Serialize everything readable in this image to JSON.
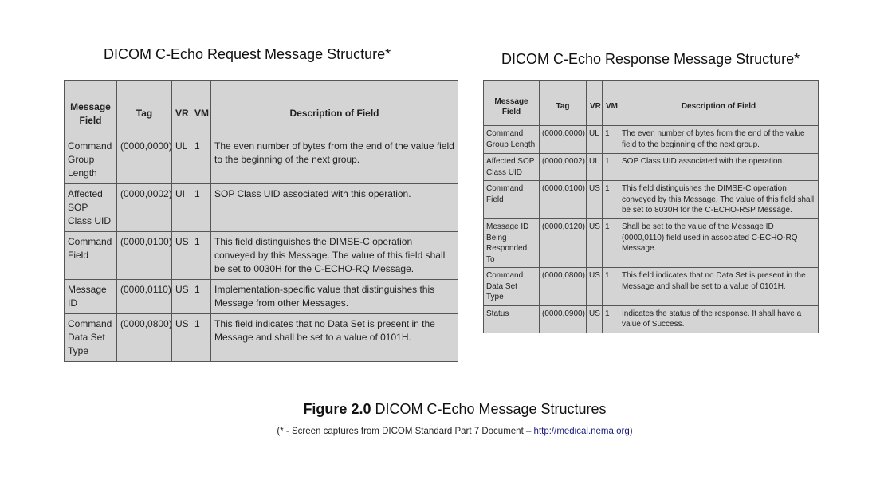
{
  "request": {
    "title": "DICOM C-Echo Request Message Structure*",
    "columns": [
      "Message Field",
      "Tag",
      "VR",
      "VM",
      "Description of Field"
    ],
    "rows": [
      {
        "field": "Command Group Length",
        "tag": "(0000,0000)",
        "vr": "UL",
        "vm": "1",
        "description": "The even number of bytes from the end of the value field to the beginning of the next group."
      },
      {
        "field": "Affected SOP Class UID",
        "tag": "(0000,0002)",
        "vr": "UI",
        "vm": "1",
        "description": "SOP Class UID associated with this operation."
      },
      {
        "field": "Command Field",
        "tag": "(0000,0100)",
        "vr": "US",
        "vm": "1",
        "description": "This field distinguishes the DIMSE-C operation conveyed by this Message. The value of this field shall be set to 0030H for the C-ECHO-RQ Message."
      },
      {
        "field": "Message ID",
        "tag": "(0000,0110)",
        "vr": "US",
        "vm": "1",
        "description": "Implementation-specific value that distinguishes this Message from other Messages."
      },
      {
        "field": "Command Data Set Type",
        "tag": "(0000,0800)",
        "vr": "US",
        "vm": "1",
        "description": "This field indicates that no Data Set is present in the Message and shall be set to a value of 0101H."
      }
    ]
  },
  "response": {
    "title": "DICOM C-Echo Response Message Structure*",
    "columns": [
      "Message Field",
      "Tag",
      "VR",
      "VM",
      "Description of Field"
    ],
    "rows": [
      {
        "field": "Command Group Length",
        "tag": "(0000,0000)",
        "vr": "UL",
        "vm": "1",
        "description": "The even number of bytes from the end of the value field to the beginning of the next group."
      },
      {
        "field": "Affected SOP Class UID",
        "tag": "(0000,0002)",
        "vr": "UI",
        "vm": "1",
        "description": "SOP Class UID associated with the operation."
      },
      {
        "field": "Command Field",
        "tag": "(0000,0100)",
        "vr": "US",
        "vm": "1",
        "description": "This field distinguishes the DIMSE-C operation conveyed by this Message. The value of this field shall be set to 8030H for the C-ECHO-RSP Message."
      },
      {
        "field": "Message ID Being Responded To",
        "tag": "(0000,0120)",
        "vr": "US",
        "vm": "1",
        "description": "Shall be set to the value of the Message ID (0000,0110) field used in associated C-ECHO-RQ Message."
      },
      {
        "field": "Command Data Set Type",
        "tag": "(0000,0800)",
        "vr": "US",
        "vm": "1",
        "description": "This field indicates that no Data Set is present in the Message and shall be set to a value of 0101H."
      },
      {
        "field": "Status",
        "tag": "(0000,0900)",
        "vr": "US",
        "vm": "1",
        "description": "Indicates the status of the response. It shall have a value of Success."
      }
    ]
  },
  "figure": {
    "label": "Figure 2.0",
    "caption": " DICOM C-Echo Message Structures",
    "note_prefix": "(* - Screen captures from DICOM Standard Part 7 Document – ",
    "note_link": "http://medical.nema.org",
    "note_suffix": ")"
  },
  "colors": {
    "table_bg": "#d4d4d4",
    "border": "#555555",
    "link": "#1a1a80"
  }
}
